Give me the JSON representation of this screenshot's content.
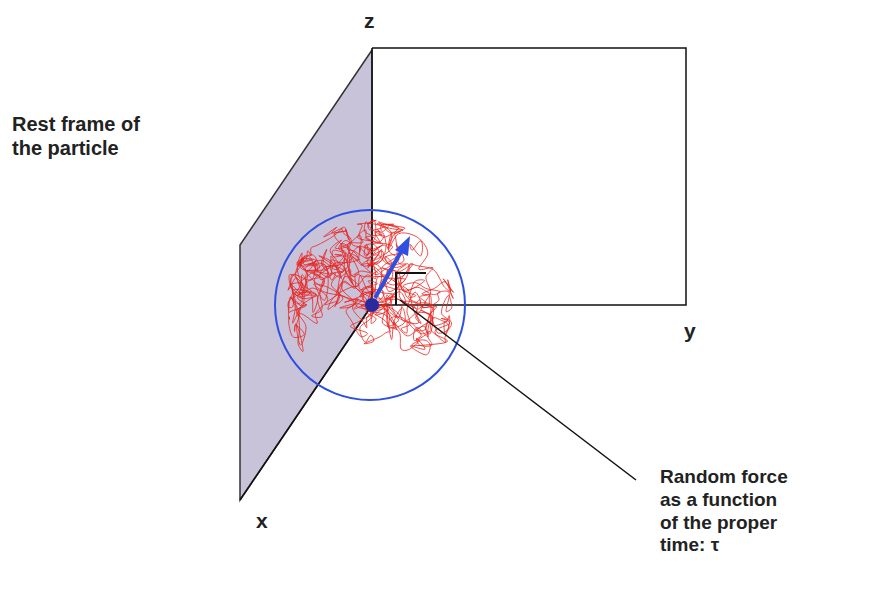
{
  "diagram": {
    "labels": [
      "z",
      "Rest frame of the particle",
      "y",
      "x",
      "Random force as a function of the proper time: τ"
    ]
  }
}
